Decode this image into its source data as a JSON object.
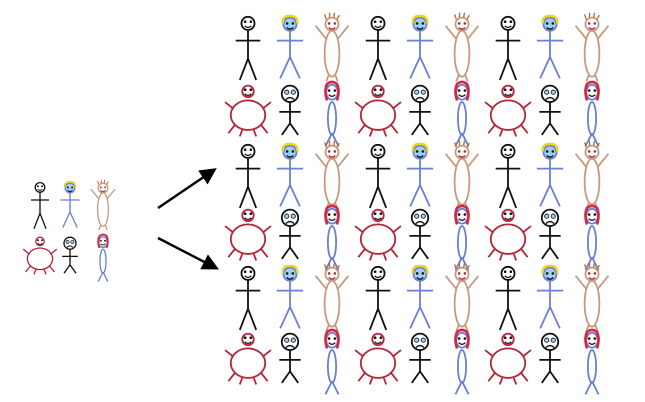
{
  "colors": {
    "black": "#111111",
    "blue": "#6a7fd6",
    "tan": "#c69a7e",
    "red": "#b3263a",
    "hair_yellow": "#f2d21b",
    "hair_red": "#d7263d",
    "hair_brown": "#b86a3a",
    "face_blue": "#9fd1f2",
    "background": "#ffffff",
    "arrow": "#000000"
  },
  "source_set": {
    "rows": [
      [
        "black-stick",
        "blue-stick",
        "tan-oval"
      ],
      [
        "red-round",
        "black-frown",
        "blue-redhair"
      ]
    ]
  },
  "expanded_grid": {
    "row_patterns": [
      [
        "black-stick",
        "blue-stick",
        "tan-oval"
      ],
      [
        "red-round",
        "black-frown",
        "blue-redhair"
      ]
    ],
    "row_pairs": 3,
    "groups_per_row": 3
  },
  "arrows": [
    {
      "direction": "up-right",
      "icon": "arrow-up-right-icon"
    },
    {
      "direction": "down-right",
      "icon": "arrow-down-right-icon"
    }
  ]
}
